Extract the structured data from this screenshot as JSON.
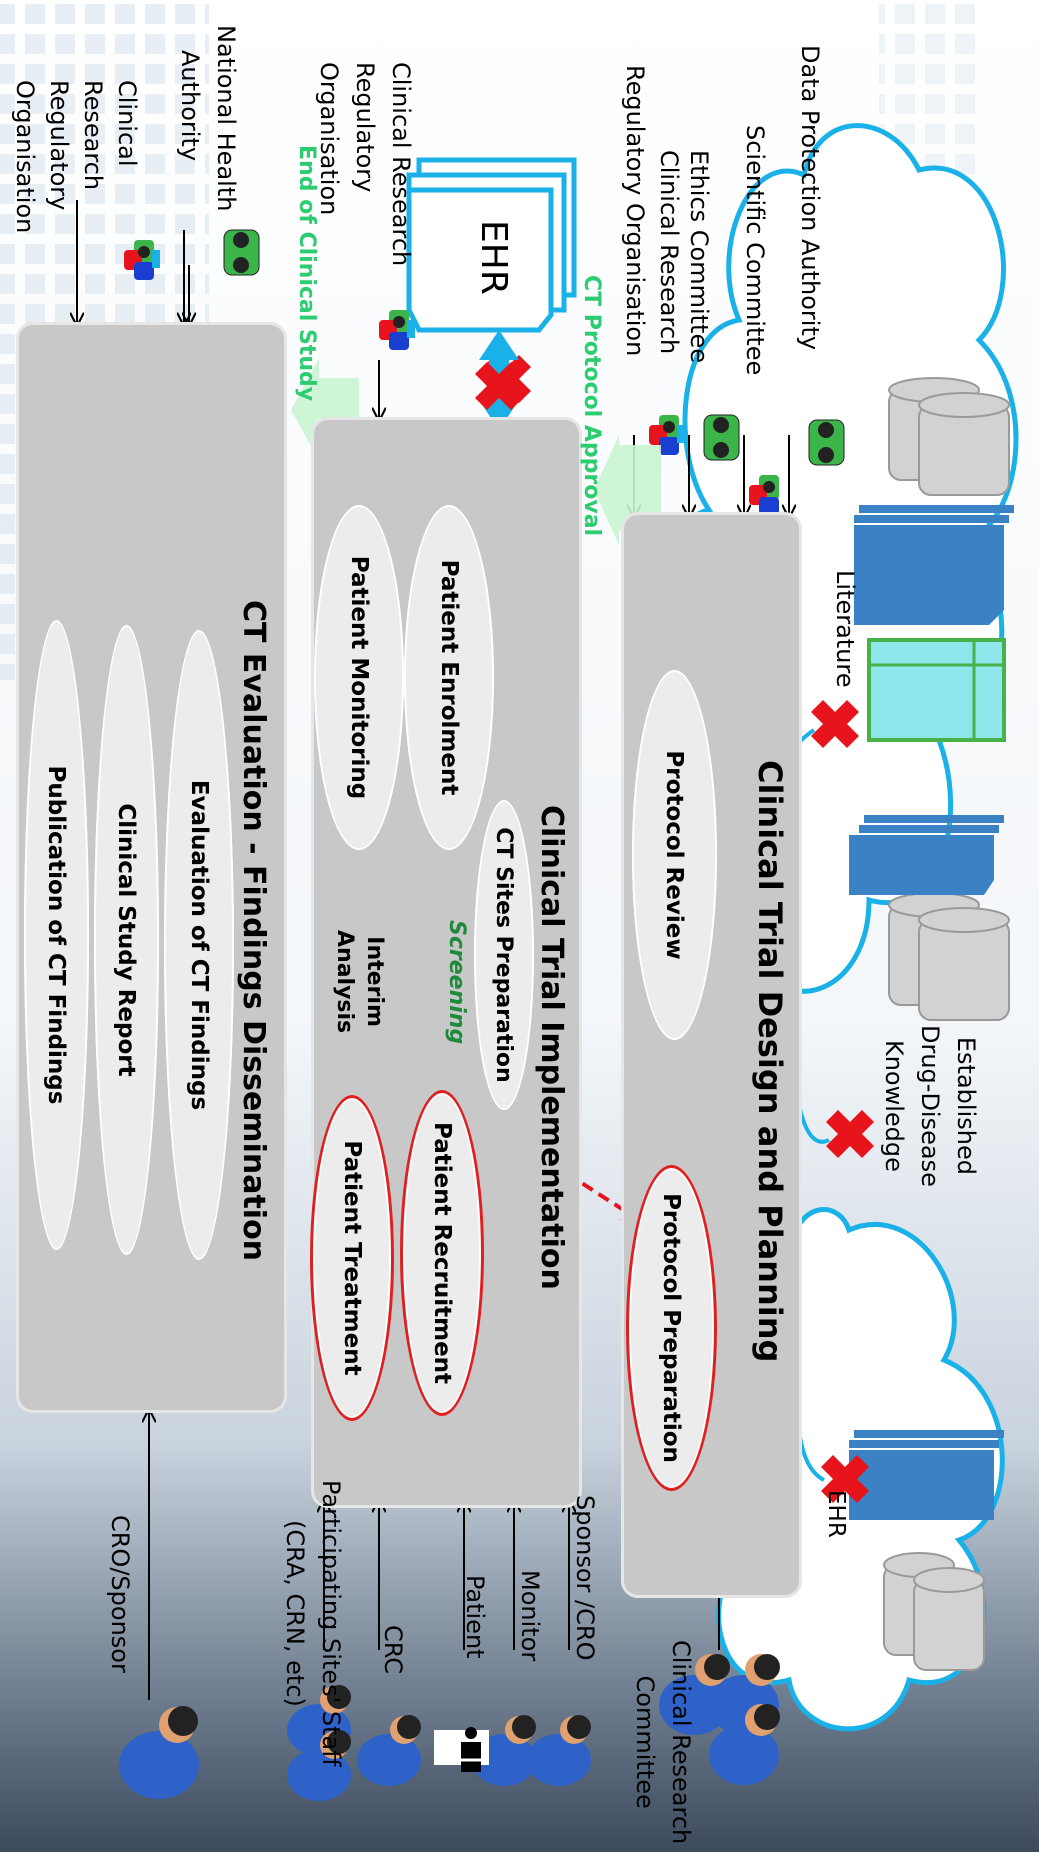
{
  "sources": {
    "ehr_label": "EHR",
    "established_line1": "Established",
    "established_line2": "Drug-Disease",
    "established_line3": "Knowledge",
    "literature_label": "Literature"
  },
  "authorities_top": {
    "data_protection": "Data Protection Authority",
    "scientific": "Scientific Committee",
    "ethics": "Ethics Committee",
    "crro_line1": "Clinical Research",
    "crro_line2": "Regulatory Organisation"
  },
  "phase1": {
    "title": "Clinical Trial Design and Planning",
    "protocol_preparation": "Protocol Preparation",
    "protocol_review": "Protocol Review"
  },
  "milestones": {
    "approval": "CT Protocol Approval",
    "end_study": "End of Clinical Study"
  },
  "ehr_box": {
    "label": "EHR",
    "crro_line1": "Clinical Research",
    "crro_line2": "Regulatory",
    "crro_line3": "Organisation"
  },
  "phase2": {
    "title": "Clinical Trial Implementation",
    "sites_prep": "CT Sites Preparation",
    "patient_enrolment": "Patient Enrolment",
    "patient_monitoring": "Patient Monitoring",
    "patient_recruitment": "Patient Recruitment",
    "patient_treatment": "Patient Treatment",
    "screening": "Screening",
    "interim_line1": "Interim",
    "interim_line2": "Analysis"
  },
  "phase3": {
    "title": "CT Evaluation - Findings Dissemination",
    "evaluation": "Evaluation of CT Findings",
    "report": "Clinical Study Report",
    "publication": "Publication of CT Findings"
  },
  "authorities_right": {
    "nha_line1": "National Health",
    "nha_line2": "Authority",
    "crro_line1": "Clinical",
    "crro_line2": "Research",
    "crro_line3": "Regulatory",
    "crro_line4": "Organisation"
  },
  "actors": {
    "committee_line1": "Clinical Research",
    "committee_line2": "Committee",
    "sponsor_cro": "Sponsor /CRO",
    "monitor": "Monitor",
    "patient": "Patient",
    "crc": "CRC",
    "sites_line1": "Participating Sites' Staff",
    "sites_line2": "(CRA, CRN, etc)",
    "cro_sponsor": "CRO/Sponsor"
  },
  "colors": {
    "cloud_stroke": "#1ab0e8",
    "phase_fill": "#c8c8c8",
    "oval_fill": "#ececec",
    "red_cross": "#e8141c",
    "red_ring": "#e02020",
    "milestone_green": "#2ecc71",
    "flow_arrow": "#c9f5d2",
    "doc_blue": "#3a82c4",
    "doc_green": "#2fd18a",
    "screening_green": "#1e8a3c"
  },
  "icons": [
    "cloud-icon",
    "database-icon",
    "document-stack-icon",
    "spreadsheet-icon",
    "red-x-icon",
    "puzzle-people-icon",
    "person-avatar-icon",
    "patient-figure-icon"
  ]
}
